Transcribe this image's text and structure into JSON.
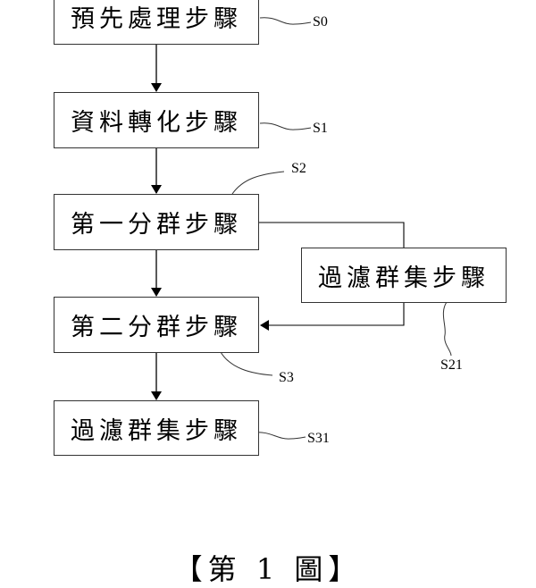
{
  "figure": {
    "caption": "【第 1 圖】",
    "steps": [
      {
        "id": "S0",
        "label": "預先處理步驟"
      },
      {
        "id": "S1",
        "label": "資料轉化步驟"
      },
      {
        "id": "S2",
        "label": "第一分群步驟"
      },
      {
        "id": "S3",
        "label": "第二分群步驟"
      },
      {
        "id": "S31",
        "label": "過濾群集步驟"
      },
      {
        "id": "S21",
        "label": "過濾群集步驟"
      }
    ],
    "refs": {
      "s0": "S0",
      "s1": "S1",
      "s2": "S2",
      "s3": "S3",
      "s31": "S31",
      "s21": "S21"
    },
    "flow": [
      "S0 → S1",
      "S1 → S2",
      "S2 → S3",
      "S3 → S31",
      "S2 → S21 → S3"
    ]
  }
}
